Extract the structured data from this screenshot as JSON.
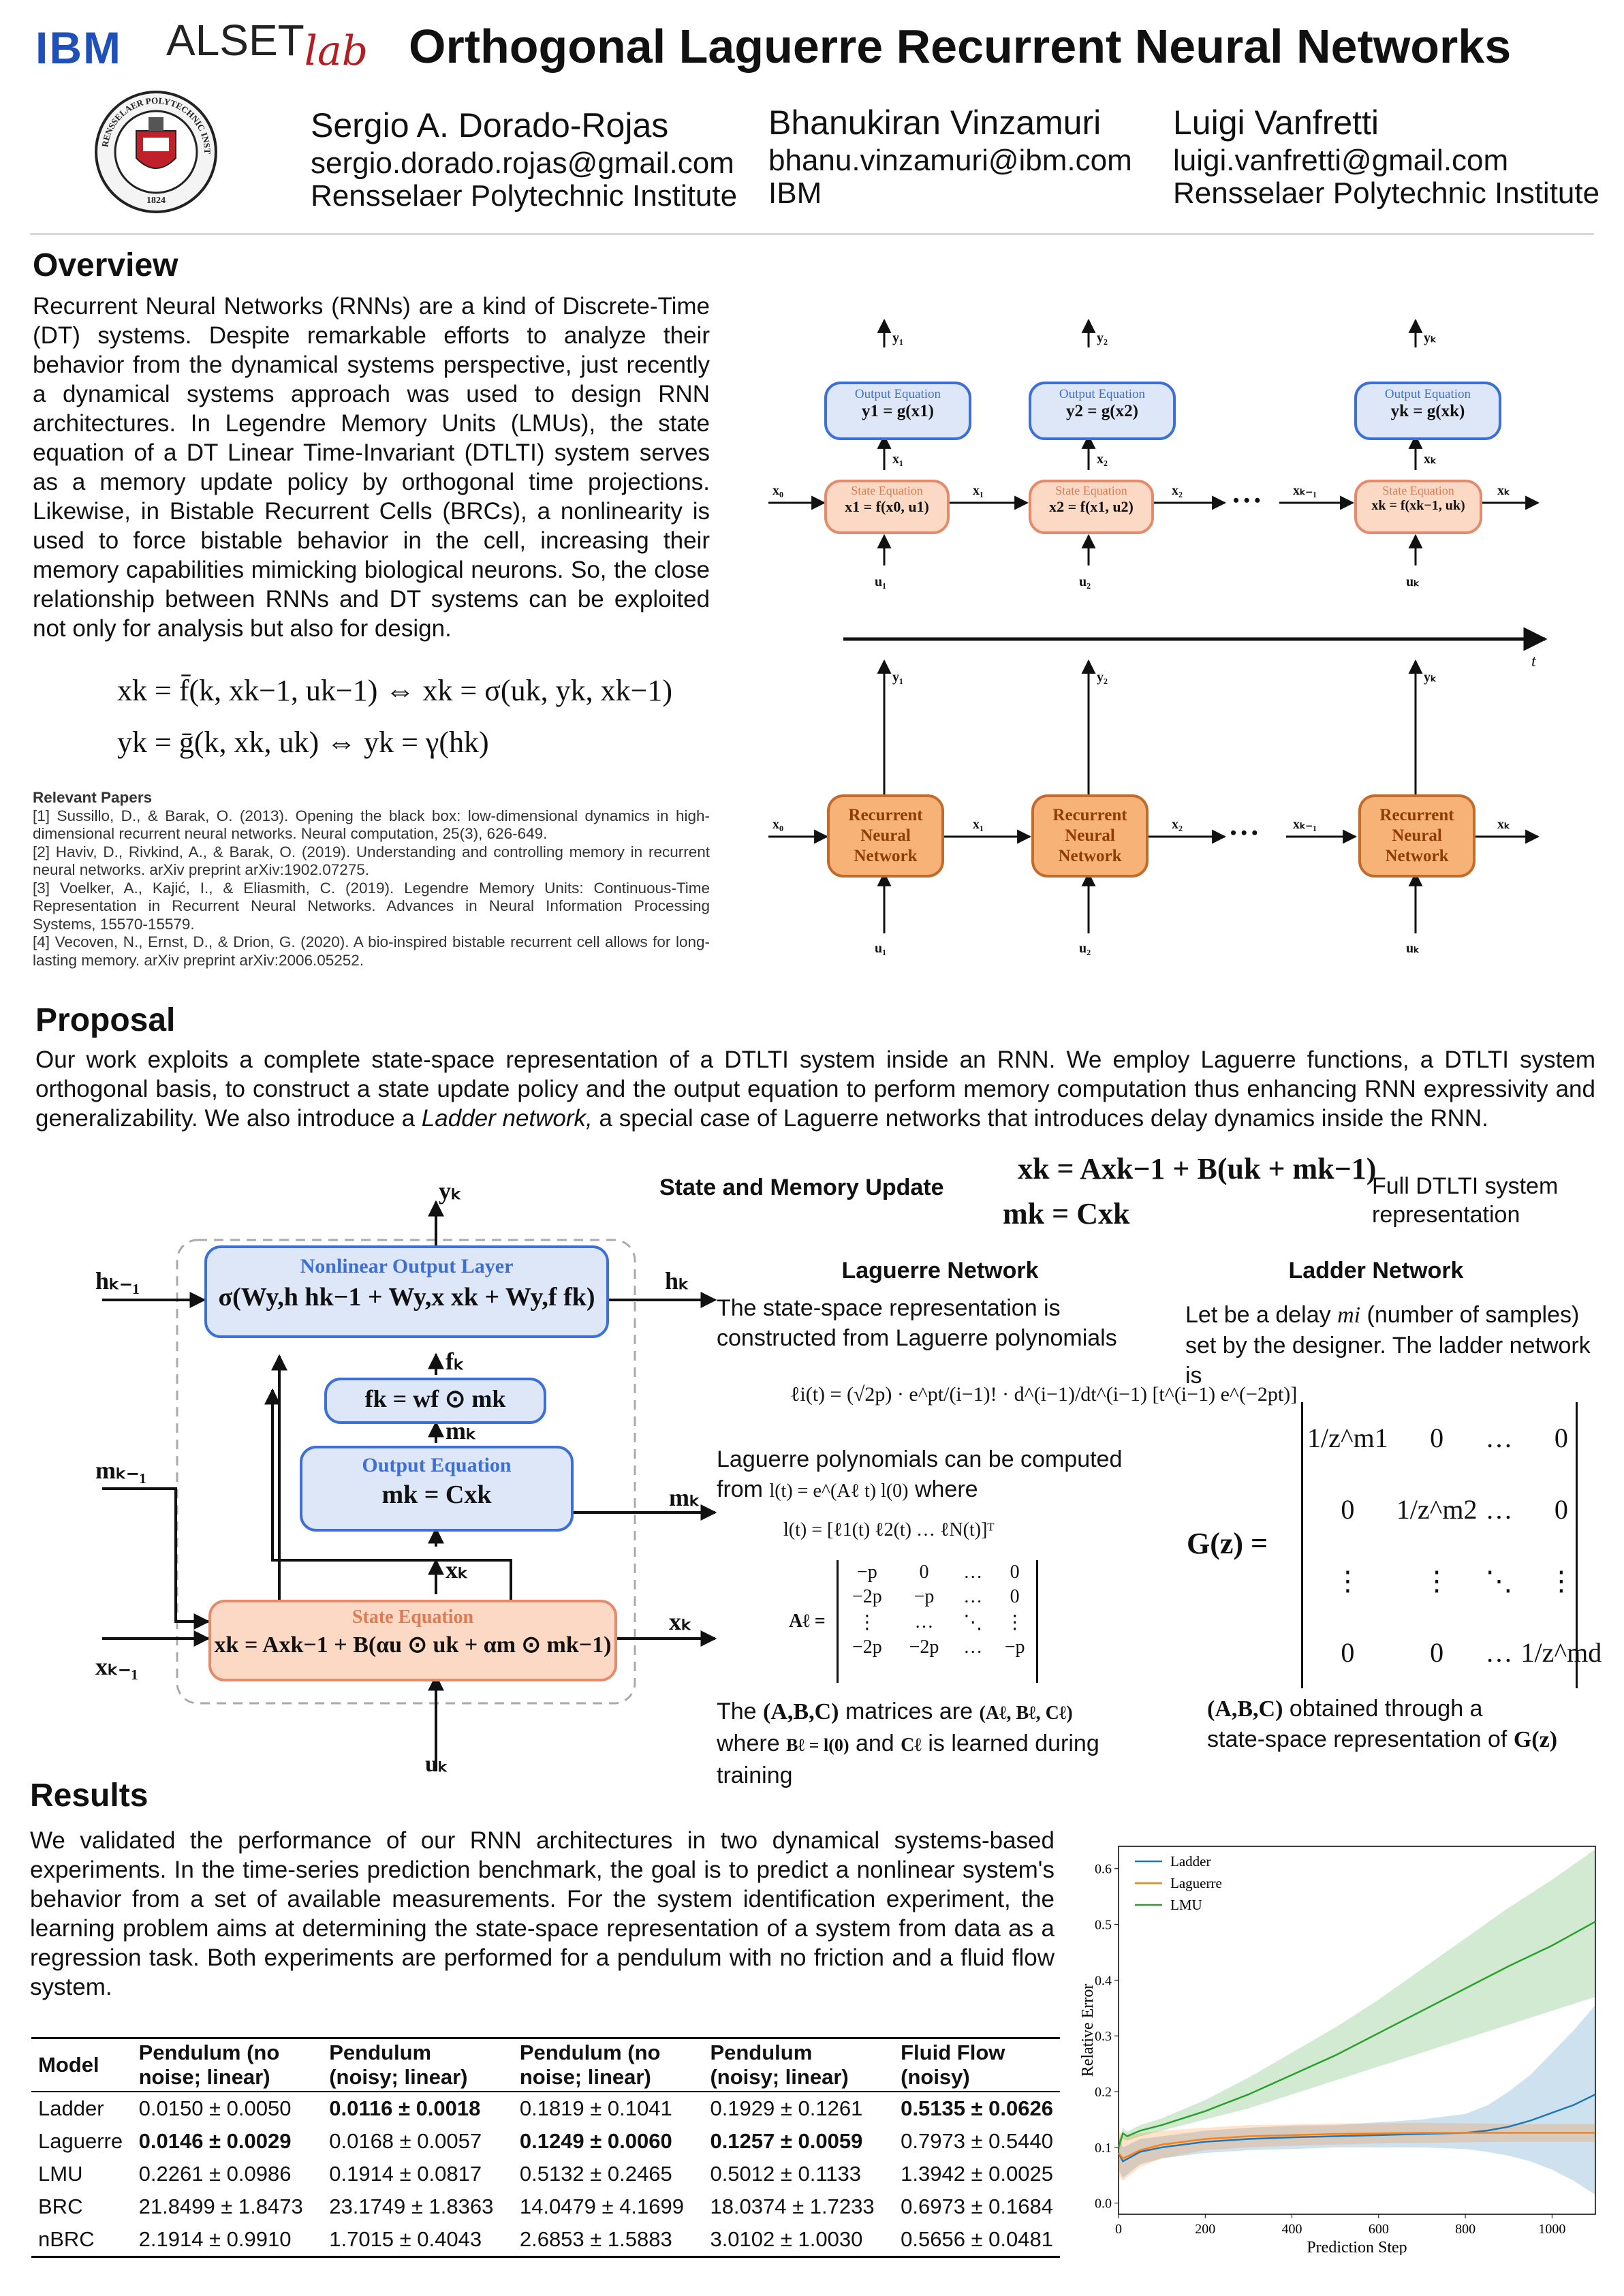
{
  "header": {
    "title": "Orthogonal Laguerre Recurrent Neural Networks",
    "logo_ibm": "IBM",
    "logo_alset": "ALSET",
    "logo_lab": "lab",
    "seal_text": "RENSSELAER POLYTECHNIC INSTITUTE",
    "seal_year": "1824",
    "authors": [
      {
        "name": "Sergio A. Dorado-Rojas",
        "email": "sergio.dorado.rojas@gmail.com",
        "affiliation": "Rensselaer Polytechnic Institute"
      },
      {
        "name": "Bhanukiran Vinzamuri",
        "email": "bhanu.vinzamuri@ibm.com",
        "affiliation": "IBM"
      },
      {
        "name": "Luigi Vanfretti",
        "email": "luigi.vanfretti@gmail.com",
        "affiliation": "Rensselaer Polytechnic Institute"
      }
    ]
  },
  "overview": {
    "heading": "Overview",
    "text": "Recurrent Neural Networks (RNNs) are a kind of Discrete-Time (DT) systems. Despite remarkable efforts to analyze their behavior from the dynamical systems perspective, just recently a dynamical systems approach was used to design RNN architectures. In Legendre Memory Units (LMUs), the state equation of a DT Linear Time-Invariant (DTLTI) system serves as a memory update policy by orthogonal time projections. Likewise, in Bistable Recurrent Cells (BRCs), a nonlinearity is used to force bistable behavior in the cell, increasing their memory capabilities mimicking biological neurons. So, the close relationship between RNNs and DT systems can be exploited not only for analysis but also for design.",
    "eq1": "xk = f̄(k, xk−1, uk−1) ⇔ xk = σ(uk, yk, xk−1)",
    "eq2": "yk = ḡ(k, xk, uk) ⇔ yk = γ(hk)",
    "papers_heading": "Relevant Papers",
    "papers": [
      "[1] Sussillo, D., & Barak, O. (2013). Opening the black box: low-dimensional dynamics in high-dimensional recurrent neural networks. Neural computation, 25(3), 626-649.",
      "[2] Haviv, D., Rivkind, A., & Barak, O. (2019). Understanding and controlling memory in recurrent neural networks. arXiv preprint arXiv:1902.07275.",
      "[3] Voelker, A., Kajić, I., & Eliasmith, C. (2019). Legendre Memory Units: Continuous-Time Representation in Recurrent Neural Networks. Advances in Neural Information Processing Systems, 15570-15579.",
      "[4] Vecoven, N., Ernst, D., & Drion, G. (2020). A bio-inspired bistable recurrent cell allows for long-lasting memory. arXiv preprint arXiv:2006.05252."
    ]
  },
  "diagram_top": {
    "output_label": "Output Equation",
    "state_label": "State Equation",
    "out_eqs": [
      "y1 = g(x1)",
      "y2 = g(x2)",
      "yk = g(xk)"
    ],
    "state_eqs": [
      "x1 = f(x0, u1)",
      "x2 = f(x1, u2)",
      "xk = f(xk−1, uk)"
    ],
    "rnn_label": "Recurrent Neural Network",
    "time_label": "t",
    "ellipsis": "• • •"
  },
  "proposal": {
    "heading": "Proposal",
    "text_1": "Our work exploits a complete state-space representation of a DTLTI system inside an RNN. We employ Laguerre functions, a DTLTI system orthogonal basis, to construct a state update policy and the output equation to perform memory computation thus enhancing RNN expressivity and generalizability. We also introduce a ",
    "text_em": "Ladder network,",
    "text_2": " a special case of Laguerre networks that introduces delay dynamics inside the RNN.",
    "state_memory_label": "State and Memory Update",
    "state_eq": "xk = Axk−1 + B(uk + mk−1)",
    "memory_eq": "mk = Cxk",
    "full_label": "Full DTLTI system representation",
    "cell": {
      "output_layer": "Nonlinear Output Layer",
      "output_layer_eq": "σ(Wy,h hk−1 + Wy,x xk + Wy,f fk)",
      "f_eq": "fk = wf ⊙ mk",
      "output_eq_label": "Output Equation",
      "output_eq": "mk = Cxk",
      "state_eq_label": "State Equation",
      "state_eq": "xk = Axk−1 + B(αu ⊙ uk + αm ⊙ mk−1)"
    },
    "laguerre": {
      "heading": "Laguerre Network",
      "intro": "The state-space representation is constructed from Laguerre polynomials",
      "poly": "ℓi(t) = (√2p) · e^pt/(i−1)! · d^(i−1)/dt^(i−1) [t^(i−1) e^(−2pt)]",
      "computed_1": "Laguerre polynomials can be computed",
      "computed_2": "from",
      "computed_eq": "l(t) = e^(Aℓ t) l(0)",
      "computed_3": "where",
      "vec_eq": "l(t) = [ℓ1(t)  ℓ2(t)  …  ℓN(t)]ᵀ",
      "matrix_label": "Aℓ =",
      "matrix": [
        [
          "−p",
          "0",
          "…",
          "0"
        ],
        [
          "−2p",
          "−p",
          "…",
          "0"
        ],
        [
          "⋮",
          "…",
          "⋱",
          "⋮"
        ],
        [
          "−2p",
          "−2p",
          "…",
          "−p"
        ]
      ],
      "after_1": "The",
      "after_abc": "(A,B,C)",
      "after_2": "matrices are",
      "after_abc_l": "(Aℓ, Bℓ, Cℓ)",
      "after_3": "where",
      "after_b": "Bℓ = l(0)",
      "after_4": "and",
      "after_c": "Cℓ",
      "after_5": "is learned during training"
    },
    "ladder": {
      "heading": "Ladder Network",
      "intro_1": "Let be a delay",
      "intro_m": "mi",
      "intro_2": "(number of samples) set by the designer. The ladder network is",
      "G_label": "G(z) =",
      "matrix": [
        [
          "1/z^m1",
          "0",
          "…",
          "0"
        ],
        [
          "0",
          "1/z^m2",
          "…",
          "0"
        ],
        [
          "⋮",
          "⋮",
          "⋱",
          "⋮"
        ],
        [
          "0",
          "0",
          "…",
          "1/z^md"
        ]
      ],
      "after_abc": "(A,B,C)",
      "after_1": "obtained through a",
      "after_2": "state-space representation of",
      "after_G": "G(z)"
    }
  },
  "results": {
    "heading": "Results",
    "text": "We validated the performance of our RNN architectures in two dynamical systems-based experiments. In the time-series prediction benchmark, the goal is to predict a nonlinear system's behavior from a set of available measurements. For the system identification experiment, the learning problem aims at determining the state-space representation of a system from data as a regression task. Both experiments are performed for a pendulum with no friction and a fluid flow system.",
    "table": {
      "headers": [
        "Model",
        "Pendulum (no noise; linear)",
        "Pendulum (noisy; linear)",
        "Pendulum (no noise; linear)",
        "Pendulum (noisy; linear)",
        "Fluid Flow (noisy)"
      ],
      "rows": [
        [
          "Ladder",
          "0.0150 ± 0.0050",
          "0.0116 ± 0.0018",
          "0.1819 ± 0.1041",
          "0.1929 ± 0.1261",
          "0.5135 ± 0.0626"
        ],
        [
          "Laguerre",
          "0.0146 ± 0.0029",
          "0.0168 ± 0.0057",
          "0.1249 ± 0.0060",
          "0.1257 ± 0.0059",
          "0.7973 ± 0.5440"
        ],
        [
          "LMU",
          "0.2261 ± 0.0986",
          "0.1914 ± 0.0817",
          "0.5132 ± 0.2465",
          "0.5012 ± 0.1133",
          "1.3942 ± 0.0025"
        ],
        [
          "BRC",
          "21.8499 ± 1.8473",
          "23.1749 ± 1.8363",
          "14.0479 ± 4.1699",
          "18.0374 ± 1.7233",
          "0.6973 ± 0.1684"
        ],
        [
          "nBRC",
          "2.1914 ± 0.9910",
          "1.7015 ± 0.4043",
          "2.6853 ± 1.5883",
          "3.0102 ± 1.0030",
          "0.5656 ± 0.0481"
        ]
      ],
      "bold": [
        [
          0,
          2
        ],
        [
          0,
          5
        ],
        [
          1,
          1
        ],
        [
          1,
          3
        ],
        [
          1,
          4
        ]
      ]
    }
  },
  "chart_data": {
    "type": "line",
    "title": "",
    "xlabel": "Prediction Step",
    "ylabel": "Relative Error",
    "xlim": [
      0,
      1100
    ],
    "ylim": [
      -0.02,
      0.64
    ],
    "xticks": [
      0,
      200,
      400,
      600,
      800,
      1000
    ],
    "yticks": [
      0.0,
      0.1,
      0.2,
      0.3,
      0.4,
      0.5,
      0.6
    ],
    "legend_position": "top-left",
    "series": [
      {
        "name": "Ladder",
        "color": "#1f77b4",
        "x": [
          0,
          10,
          50,
          100,
          200,
          300,
          400,
          500,
          600,
          700,
          800,
          850,
          900,
          950,
          1000,
          1050,
          1100
        ],
        "y": [
          0.09,
          0.075,
          0.092,
          0.1,
          0.11,
          0.115,
          0.118,
          0.12,
          0.122,
          0.124,
          0.126,
          0.13,
          0.137,
          0.148,
          0.162,
          0.176,
          0.195
        ],
        "lo": [
          0.06,
          0.045,
          0.07,
          0.08,
          0.09,
          0.095,
          0.097,
          0.1,
          0.1,
          0.1,
          0.097,
          0.092,
          0.085,
          0.075,
          0.06,
          0.04,
          0.015
        ],
        "hi": [
          0.12,
          0.1,
          0.115,
          0.12,
          0.13,
          0.135,
          0.139,
          0.14,
          0.145,
          0.15,
          0.16,
          0.175,
          0.2,
          0.23,
          0.27,
          0.31,
          0.355
        ]
      },
      {
        "name": "Laguerre",
        "color": "#ff7f0e",
        "x": [
          0,
          10,
          50,
          100,
          200,
          300,
          400,
          500,
          600,
          700,
          800,
          900,
          1000,
          1100
        ],
        "y": [
          0.09,
          0.08,
          0.095,
          0.105,
          0.115,
          0.12,
          0.122,
          0.124,
          0.125,
          0.126,
          0.126,
          0.126,
          0.126,
          0.126
        ],
        "lo": [
          0.05,
          0.04,
          0.065,
          0.08,
          0.095,
          0.1,
          0.103,
          0.105,
          0.107,
          0.108,
          0.109,
          0.11,
          0.11,
          0.11
        ],
        "hi": [
          0.13,
          0.12,
          0.125,
          0.13,
          0.135,
          0.14,
          0.141,
          0.143,
          0.143,
          0.144,
          0.143,
          0.142,
          0.142,
          0.142
        ]
      },
      {
        "name": "LMU",
        "color": "#2ca02c",
        "x": [
          0,
          10,
          20,
          50,
          100,
          200,
          300,
          400,
          500,
          600,
          700,
          800,
          900,
          1000,
          1100
        ],
        "y": [
          0.1,
          0.125,
          0.12,
          0.13,
          0.14,
          0.165,
          0.195,
          0.23,
          0.265,
          0.305,
          0.345,
          0.385,
          0.425,
          0.462,
          0.505
        ],
        "lo": [
          0.09,
          0.115,
          0.112,
          0.12,
          0.13,
          0.15,
          0.17,
          0.195,
          0.22,
          0.245,
          0.27,
          0.295,
          0.32,
          0.345,
          0.37
        ],
        "hi": [
          0.11,
          0.135,
          0.128,
          0.14,
          0.152,
          0.185,
          0.225,
          0.27,
          0.315,
          0.365,
          0.42,
          0.475,
          0.53,
          0.58,
          0.635
        ]
      }
    ]
  }
}
